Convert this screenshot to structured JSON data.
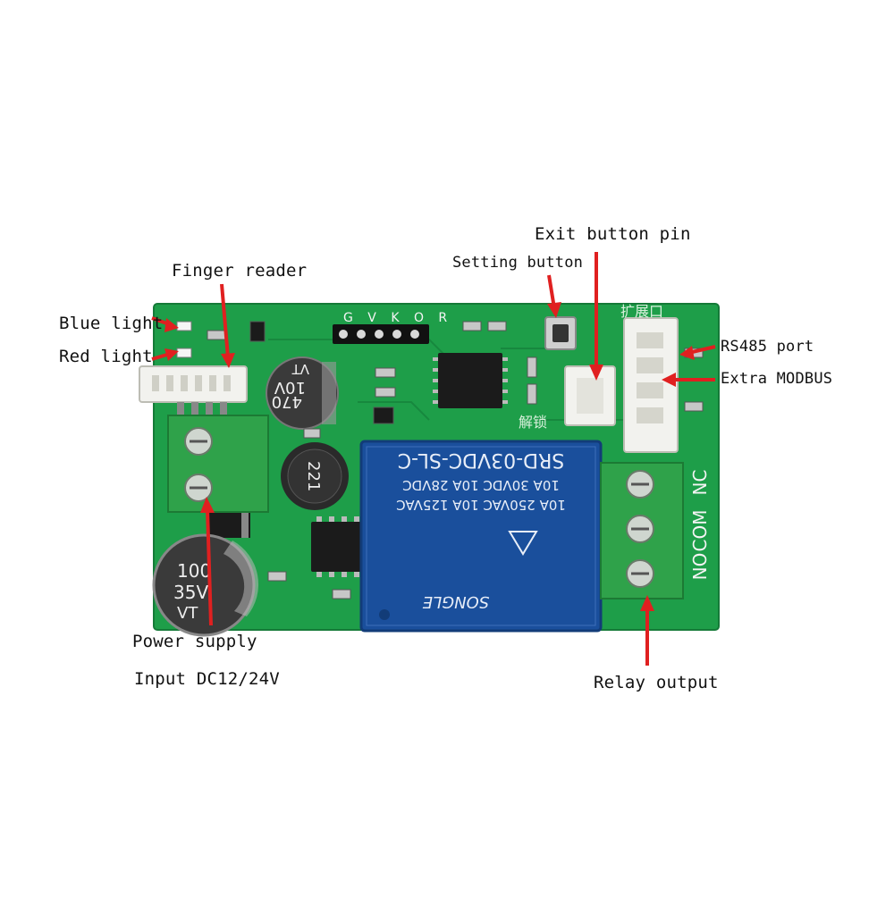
{
  "labels": {
    "exit_button_pin": "Exit button pin",
    "setting_button": "Setting button",
    "finger_reader": "Finger reader",
    "blue_light": "Blue light",
    "red_light": "Red light",
    "rs485_port": "RS485 port",
    "extra_modbus": "Extra MODBUS",
    "power_supply": "Power supply",
    "input_dc": "Input DC12/24V",
    "relay_output": "Relay output"
  },
  "board": {
    "header_pins": "G V K O R",
    "relay_model": "SRD-03VDC-SL-C",
    "relay_rating_1": "10A 250VAC  10A 125VAC",
    "relay_rating_2": "10A 30VDC  10A 28VDC",
    "relay_brand": "SONGLE",
    "cap_small_1": "470",
    "cap_small_2": "10V",
    "cap_small_3": "VT",
    "inductor": "221",
    "cap_big_1": "100",
    "cap_big_2": "35V",
    "cap_big_3": "VT",
    "terminal_no": "NO",
    "terminal_com": "COM",
    "terminal_nc": "NC",
    "chinese_top": "扩展口",
    "chinese_unlock": "解锁"
  },
  "colors": {
    "pcb": "#1e9e49",
    "pcb_dark": "#15803a",
    "relay": "#1a4f9c",
    "terminal": "#2fa24a",
    "arrow": "#e02020"
  }
}
